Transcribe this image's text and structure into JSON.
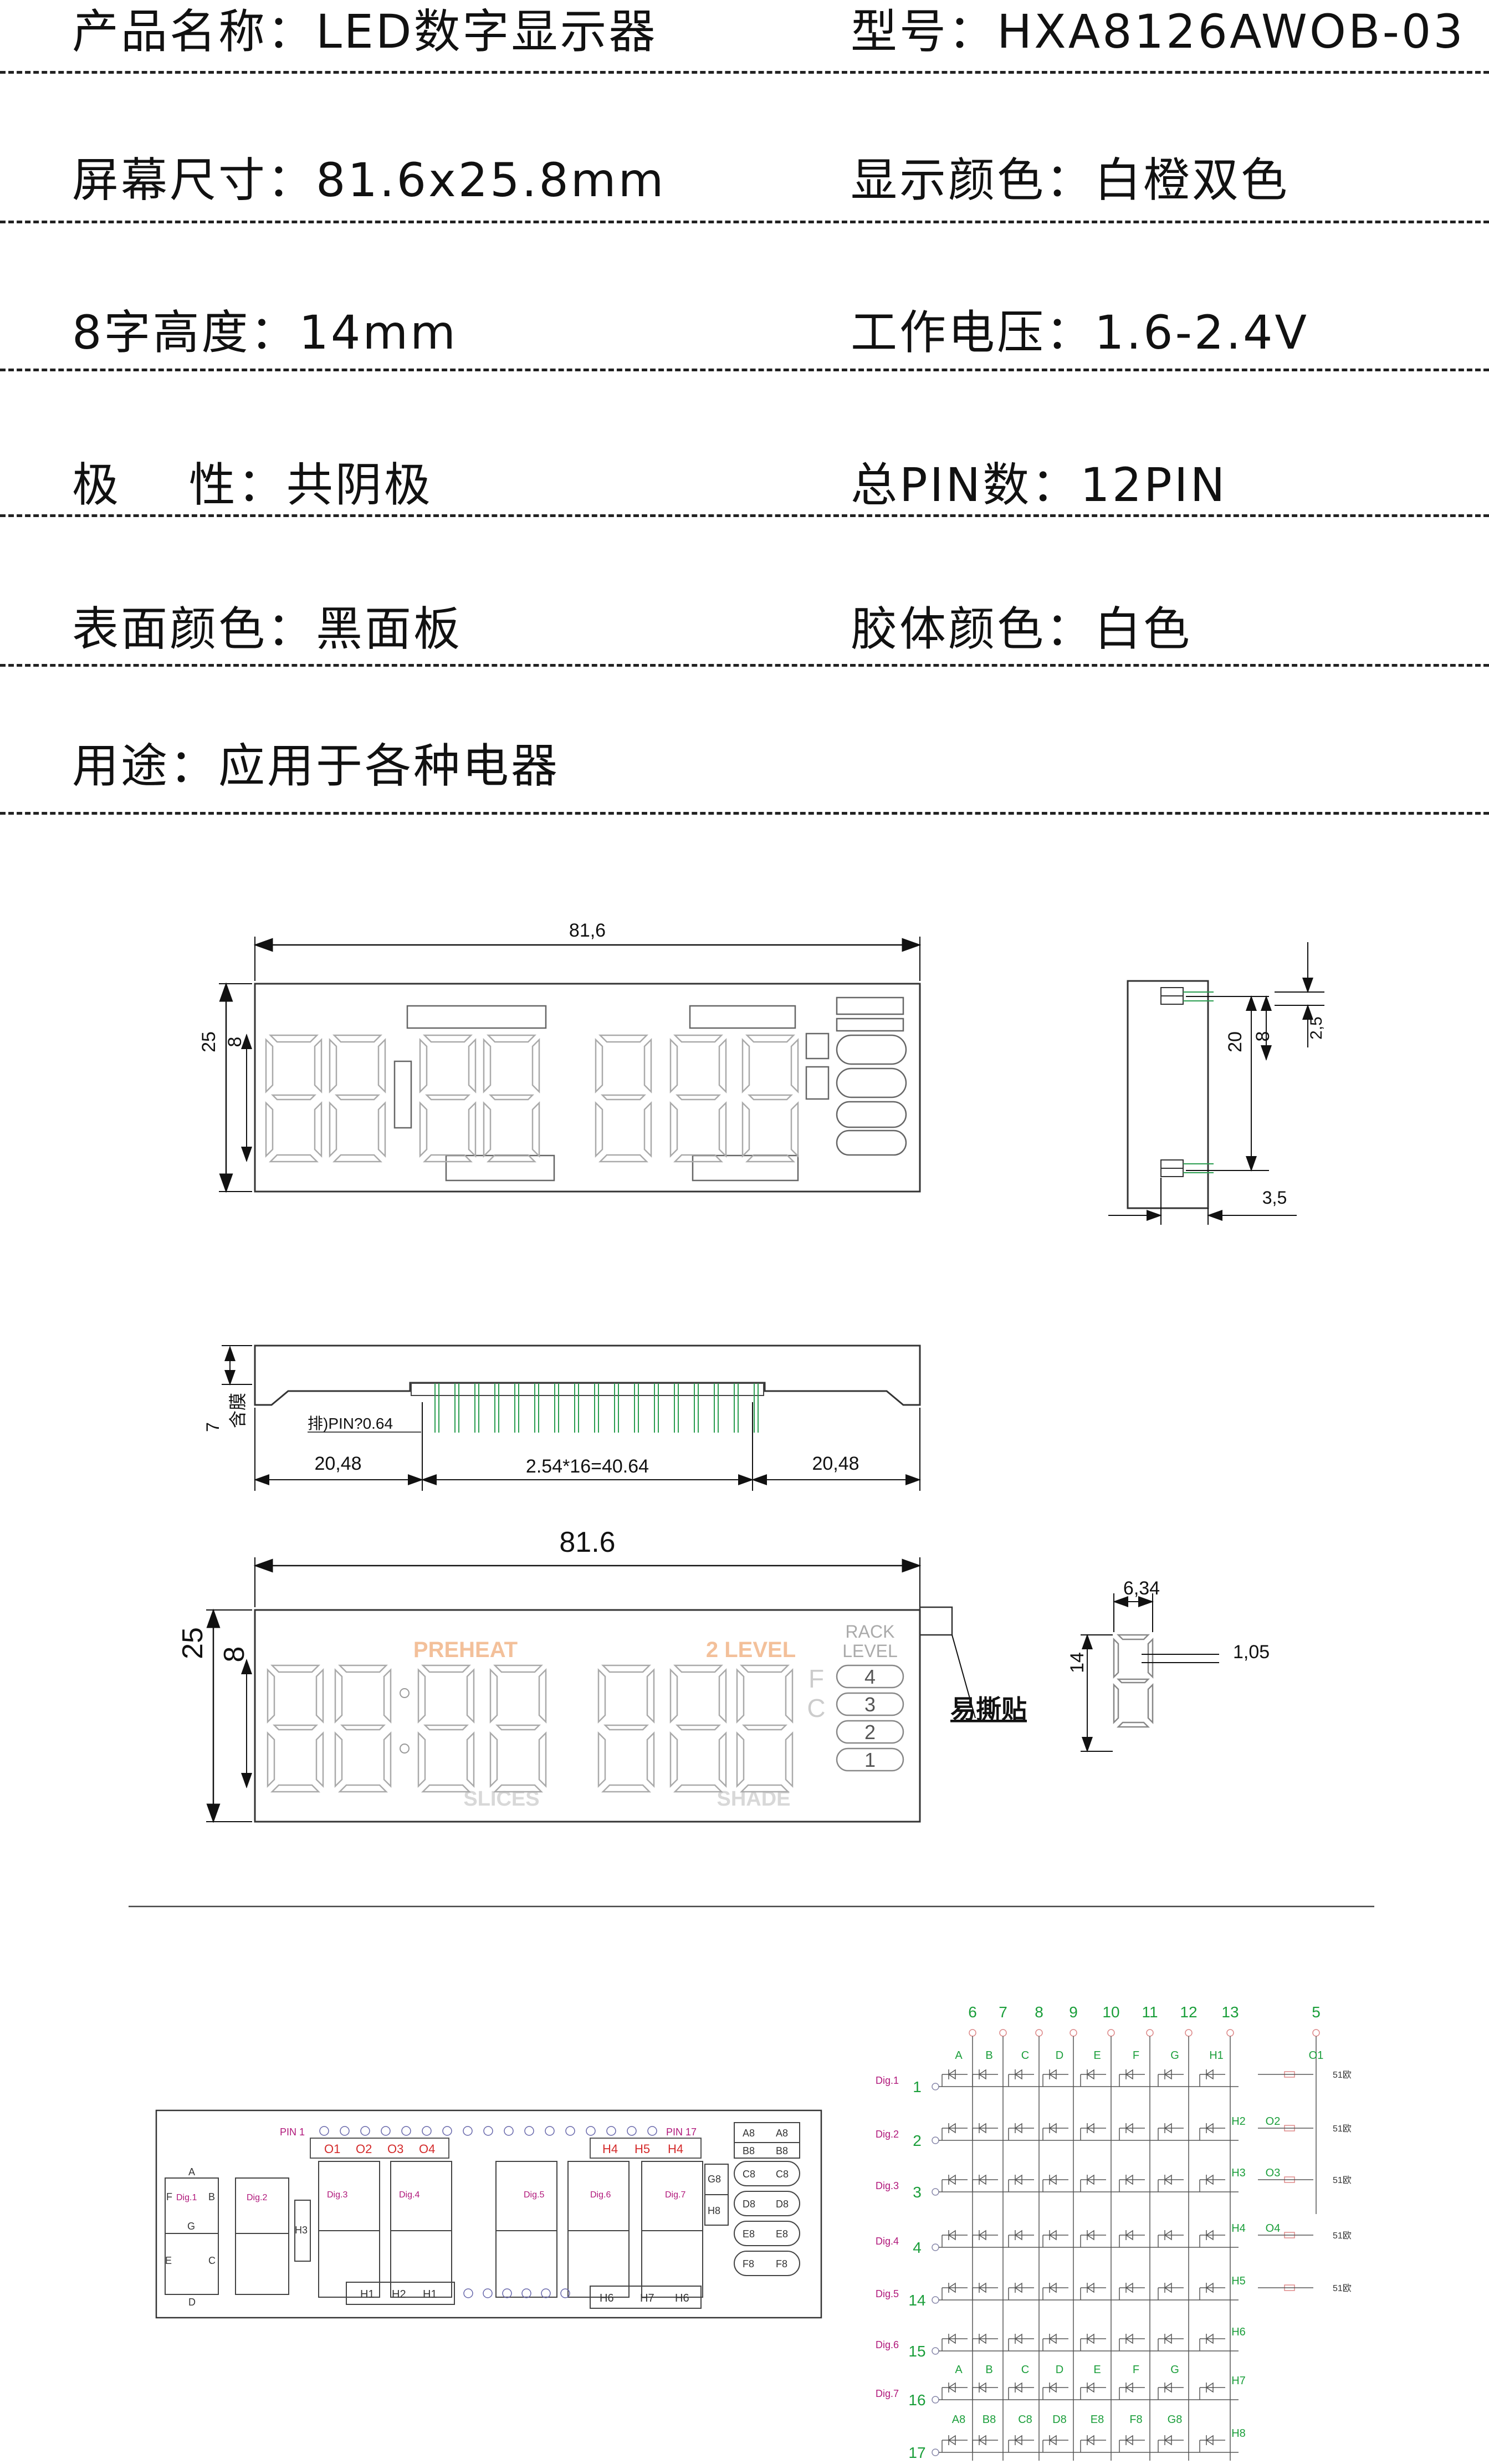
{
  "specs": {
    "row1_left": "产品名称：LED数字显示器",
    "row1_right": "型号：HXA8126AWOB-03",
    "row2_left": "屏幕尺寸：81.6x25.8mm",
    "row2_right": "显示颜色：白橙双色",
    "row3_left": "8字高度：14mm",
    "row3_right": "工作电压：1.6-2.4V",
    "row4_left": "极    性：共阴极",
    "row4_right": "总PIN数：12PIN",
    "row5_left": "表面颜色：黑面板",
    "row5_right": "胶体颜色：白色",
    "row6_left": "用途：应用于各种电器"
  },
  "top_drawing": {
    "width_dim": "81,6",
    "height_dim": "25",
    "digit_dim": "8",
    "side_h1": "20",
    "side_h2": "8",
    "side_h3": "2,5",
    "side_w": "3,5"
  },
  "pin_drawing": {
    "left_dim": "20,48",
    "mid_dim": "2.54*16=40.64",
    "right_dim": "20,48",
    "pin_note": "排)PIN?0.64",
    "height_note": "7",
    "side_note": "含膜"
  },
  "front_drawing": {
    "width_dim": "81.6",
    "height_dim": "25",
    "digit_dim": "8",
    "preheat": "PREHEAT",
    "level": "2 LEVEL",
    "slices": "SLICES",
    "shade": "SHADE",
    "rack": "RACK",
    "rack_level": "LEVEL",
    "f": "F",
    "c": "C",
    "rack_values": [
      "4",
      "3",
      "2",
      "1"
    ],
    "peel_label": "易撕贴",
    "seg_w": "6,34",
    "seg_h": "14",
    "seg_t": "1,05"
  },
  "pin_layout": {
    "pin1": "PIN 1",
    "pin17": "PIN 17",
    "o_labels": [
      "O1",
      "O2",
      "O3",
      "O4"
    ],
    "h_top_labels": [
      "H4",
      "H5",
      "H4"
    ],
    "dig_labels": [
      "Dig.1",
      "Dig.2",
      "Dig.3",
      "Dig.4",
      "Dig.5",
      "Dig.6",
      "Dig.7"
    ],
    "seg_letters": [
      "A",
      "B",
      "C",
      "D",
      "E",
      "F",
      "G"
    ],
    "h3": "H3",
    "g8": "G8",
    "h8": "H8",
    "h_bottom_left": [
      "H1",
      "H2",
      "H1"
    ],
    "h_bottom_right": [
      "H6",
      "H7",
      "H6"
    ],
    "right_pairs": [
      [
        "A8",
        "A8"
      ],
      [
        "B8",
        "B8"
      ],
      [
        "C8",
        "C8"
      ],
      [
        "D8",
        "D8"
      ],
      [
        "E8",
        "E8"
      ],
      [
        "F8",
        "F8"
      ]
    ]
  },
  "matrix": {
    "top_pins": [
      "6",
      "7",
      "8",
      "9",
      "10",
      "11",
      "12",
      "13",
      "5"
    ],
    "top_segs": [
      "A",
      "B",
      "C",
      "D",
      "E",
      "F",
      "G",
      "H1",
      "O1"
    ],
    "rows": [
      {
        "dig": "Dig.1",
        "pin": "1"
      },
      {
        "dig": "Dig.2",
        "pin": "2"
      },
      {
        "dig": "Dig.3",
        "pin": "3"
      },
      {
        "dig": "Dig.4",
        "pin": "4"
      },
      {
        "dig": "Dig.5",
        "pin": "14"
      },
      {
        "dig": "Dig.6",
        "pin": "15"
      },
      {
        "dig": "Dig.7",
        "pin": "16"
      },
      {
        "dig": "",
        "pin": "17"
      }
    ],
    "h_labels": [
      "H2",
      "H3",
      "H4",
      "H5",
      "H6",
      "H7",
      "H8"
    ],
    "o_labels": [
      "O2",
      "O3",
      "O4"
    ],
    "res_label": "51欧",
    "bottom_segs": [
      "A",
      "B",
      "C",
      "D",
      "E",
      "F",
      "G"
    ],
    "bottom_segs2": [
      "A8",
      "B8",
      "C8",
      "D8",
      "E8",
      "F8",
      "G8"
    ],
    "green": "#1a9e3a",
    "red": "#d42a2a",
    "magenta": "#b0177a",
    "orange": "#e88b3c"
  }
}
